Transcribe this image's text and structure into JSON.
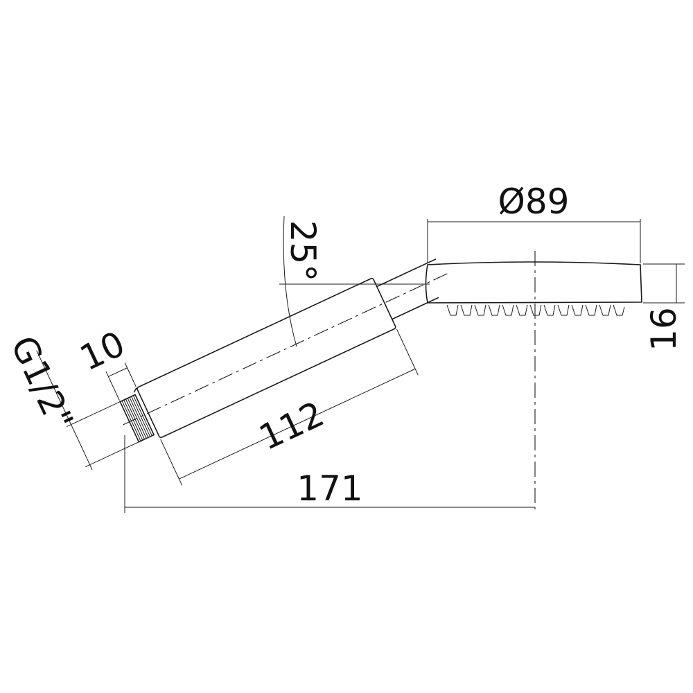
{
  "dimensions": {
    "head_diameter": "Ø89",
    "head_height": "16",
    "overall_length": "171",
    "handle_length": "112",
    "angle": "25°",
    "thread_length": "10",
    "thread_size": "G1/2\""
  },
  "colors": {
    "line": "#1a1a1a",
    "background": "#ffffff"
  }
}
